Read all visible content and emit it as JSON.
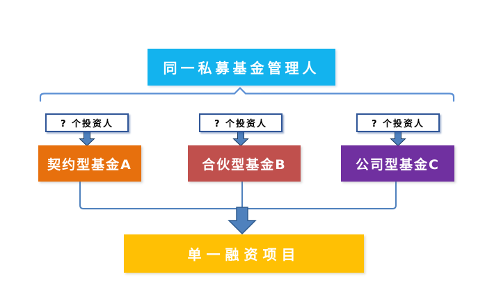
{
  "diagram": {
    "root": {
      "label": "同一私募基金管理人",
      "bg": "#13B3EE"
    },
    "investors": [
      {
        "label": "? 个投资人"
      },
      {
        "label": "? 个投资人"
      },
      {
        "label": "? 个投资人"
      }
    ],
    "funds": [
      {
        "label": "契约型基金A",
        "bg": "#E7700D"
      },
      {
        "label": "合伙型基金B",
        "bg": "#C0504D"
      },
      {
        "label": "公司型基金C",
        "bg": "#7030A0"
      }
    ],
    "target": {
      "label": "单一融资项目",
      "bg": "#FFC004"
    },
    "line_color": "#4F81BD",
    "brace_color": "#5B8FD4",
    "arrow_fill": "#4F81BD",
    "arrow_outline": "#17375E"
  }
}
